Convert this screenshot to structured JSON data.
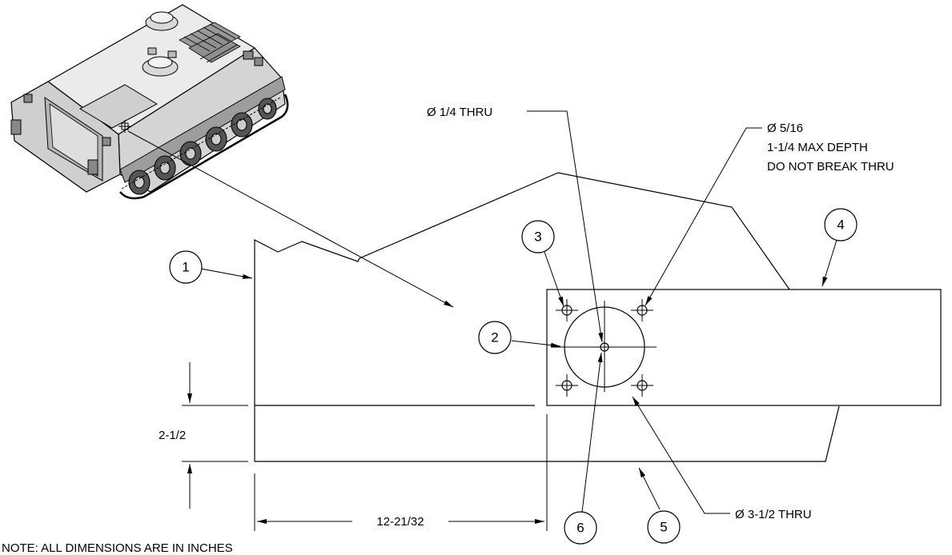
{
  "callouts": {
    "c1": "1",
    "c2": "2",
    "c3": "3",
    "c4": "4",
    "c5": "5",
    "c6": "6"
  },
  "notes": {
    "hole_quarter": "Ø 1/4 THRU",
    "hole_516_line1": "Ø 5/16",
    "hole_516_line2": "1-1/4 MAX DEPTH",
    "hole_516_line3": "DO NOT BREAK THRU",
    "hole_3half": "Ø 3-1/2 THRU"
  },
  "dimensions": {
    "height": "2-1/2",
    "width": "12-21/32"
  },
  "footer": {
    "note": "NOTE: ALL DIMENSIONS ARE IN INCHES"
  },
  "vehicle_icon": "armored-vehicle-illustration"
}
